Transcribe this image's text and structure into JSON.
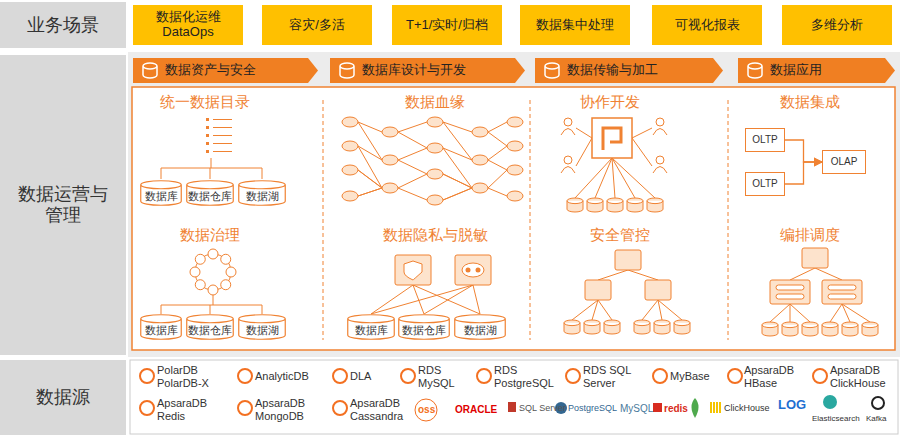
{
  "diagram": {
    "nodes": [
      {
        "text": [
          "业务场景"
        ]
      },
      {
        "text": [
          "数据运营与管理"
        ]
      },
      {
        "text": [
          "数据源"
        ]
      },
      {
        "text": [
          "数据化运维 DataOps"
        ]
      },
      {
        "text": [
          "容灾/多活"
        ]
      },
      {
        "text": [
          "T+1/实时/归档"
        ]
      },
      {
        "text": [
          "数据集中处理"
        ]
      },
      {
        "text": [
          "可视化报表"
        ]
      },
      {
        "text": [
          "多维分析"
        ]
      },
      {
        "text": [
          "数据资产与安全"
        ]
      },
      {
        "text": [
          "数据库设计与开发"
        ]
      },
      {
        "text": [
          "数据传输与加工"
        ]
      },
      {
        "text": [
          "数据应用"
        ]
      },
      {
        "text": [
          "数据库"
        ]
      },
      {
        "text": [
          "数据仓库"
        ]
      },
      {
        "text": [
          "数据湖"
        ]
      },
      {
        "text": [
          "数据库"
        ]
      },
      {
        "text": [
          "数据仓库"
        ]
      },
      {
        "text": [
          "数据湖"
        ]
      },
      {
        "text": [
          "数据库"
        ]
      },
      {
        "text": [
          "数据仓库"
        ]
      },
      {
        "text": [
          "数据湖"
        ]
      },
      {
        "text": [
          "OLTP"
        ]
      },
      {
        "text": [
          "OLTP"
        ]
      },
      {
        "text": [
          "OLAP"
        ]
      }
    ],
    "edges": [
      {
        "from": 22,
        "to": 24,
        "arrow": "to"
      },
      {
        "from": 23,
        "to": 24,
        "arrow": "to"
      }
    ],
    "labels": [
      "统一数据目录",
      "数据血缘",
      "协作开发",
      "数据集成",
      "数据治理",
      "数据隐私与脱敏",
      "安全管控",
      "编排调度",
      "PolarDB PolarDB-X",
      "AnalyticDB",
      "DLA",
      "RDS MySQL",
      "RDS PostgreSQL",
      "RDS SQL Server",
      "MyBase",
      "ApsaraDB HBase",
      "ApsaraDB ClickHouse",
      "ApsaraDB Redis",
      "ApsaraDB MongoDB",
      "ApsaraDB Cassandra",
      "oss",
      "ORACLE",
      "SQL Server",
      "PostgreSQL",
      "MySQL",
      "redis",
      "ClickHouse",
      "LOG",
      "Elasticsearch",
      "Kafka"
    ]
  }
}
